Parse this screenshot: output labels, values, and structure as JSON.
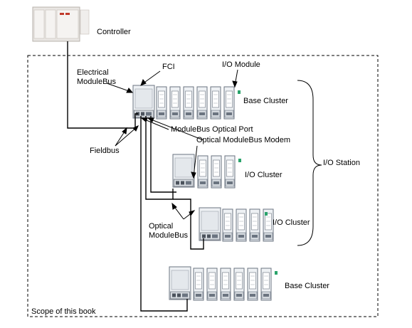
{
  "labels": {
    "controller": "Controller",
    "electrical_modulebus_line1": "Electrical",
    "electrical_modulebus_line2": "ModuleBus",
    "fci": "FCI",
    "io_module": "I/O Module",
    "base_cluster_top": "Base Cluster",
    "modulebus_optical_port": "ModuleBus Optical Port",
    "optical_modulebus_modem": "Optical ModuleBus Modem",
    "fieldbus": "Fieldbus",
    "io_cluster_1": "I/O Cluster",
    "io_station": "I/O Station",
    "optical_modulebus_line1": "Optical",
    "optical_modulebus_line2": "ModuleBus",
    "io_cluster_2": "I/O Cluster",
    "base_cluster_bottom": "Base Cluster",
    "scope": "Scope of this book"
  },
  "colors": {
    "line": "#000000",
    "module_border": "#6b7480",
    "module_fill": "#eef1f4",
    "module_dark": "#4b525c",
    "connector_accent": "#2aa36b",
    "controller_fill": "#e9e6e3"
  }
}
